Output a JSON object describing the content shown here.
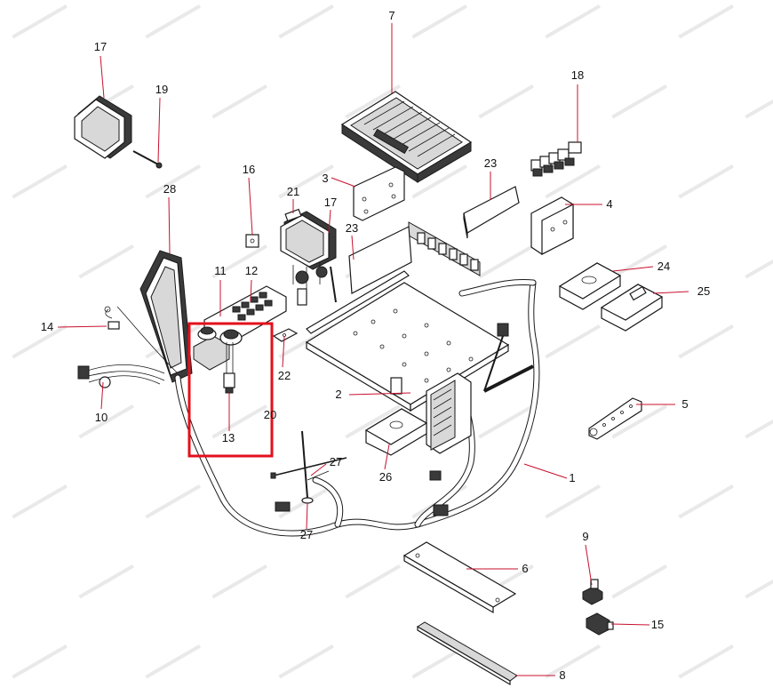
{
  "diagram": {
    "labels": {
      "p1": "1",
      "p2": "2",
      "p3": "3",
      "p4": "4",
      "p5": "5",
      "p6": "6",
      "p7": "7",
      "p8": "8",
      "p9": "9",
      "p10": "10",
      "p11": "11",
      "p12": "12",
      "p13": "13",
      "p14": "14",
      "p15": "15",
      "p16": "16",
      "p17a": "17",
      "p17b": "17",
      "p18": "18",
      "p19": "19",
      "p20": "20",
      "p21": "21",
      "p22": "22",
      "p23a": "23",
      "p23b": "23",
      "p24": "24",
      "p25": "25",
      "p26": "26",
      "p27a": "27",
      "p27b": "27",
      "p28": "28"
    },
    "highlight_color": "#e3101b",
    "leader_color": "#c8102e",
    "watermark_color": "#e9e9e9"
  }
}
